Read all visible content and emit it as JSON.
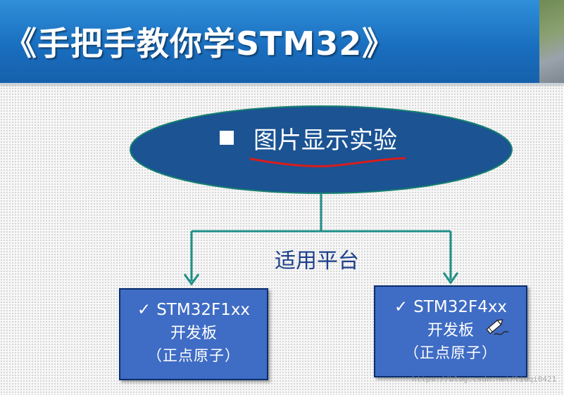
{
  "header": {
    "title": "《手把手教你学STM32》"
  },
  "diagram": {
    "topic": "图片显示实验",
    "connector_label": "适用平台",
    "boards": [
      {
        "check": "✓",
        "model": "STM32F1xx",
        "type": "开发板",
        "maker": "（正点原子）"
      },
      {
        "check": "✓",
        "model": "STM32F4xx",
        "type": "开发板",
        "maker": "（正点原子）"
      }
    ]
  },
  "watermark": "https://blog.csdn.net/liuqi0421",
  "colors": {
    "header_blue": "#1a6fc0",
    "oval_fill": "#1b5393",
    "box_fill": "#3f6cc4",
    "connector_teal": "#1f8f88",
    "annotation_red": "#d81d1d",
    "label_blue": "#1d3f8a"
  }
}
